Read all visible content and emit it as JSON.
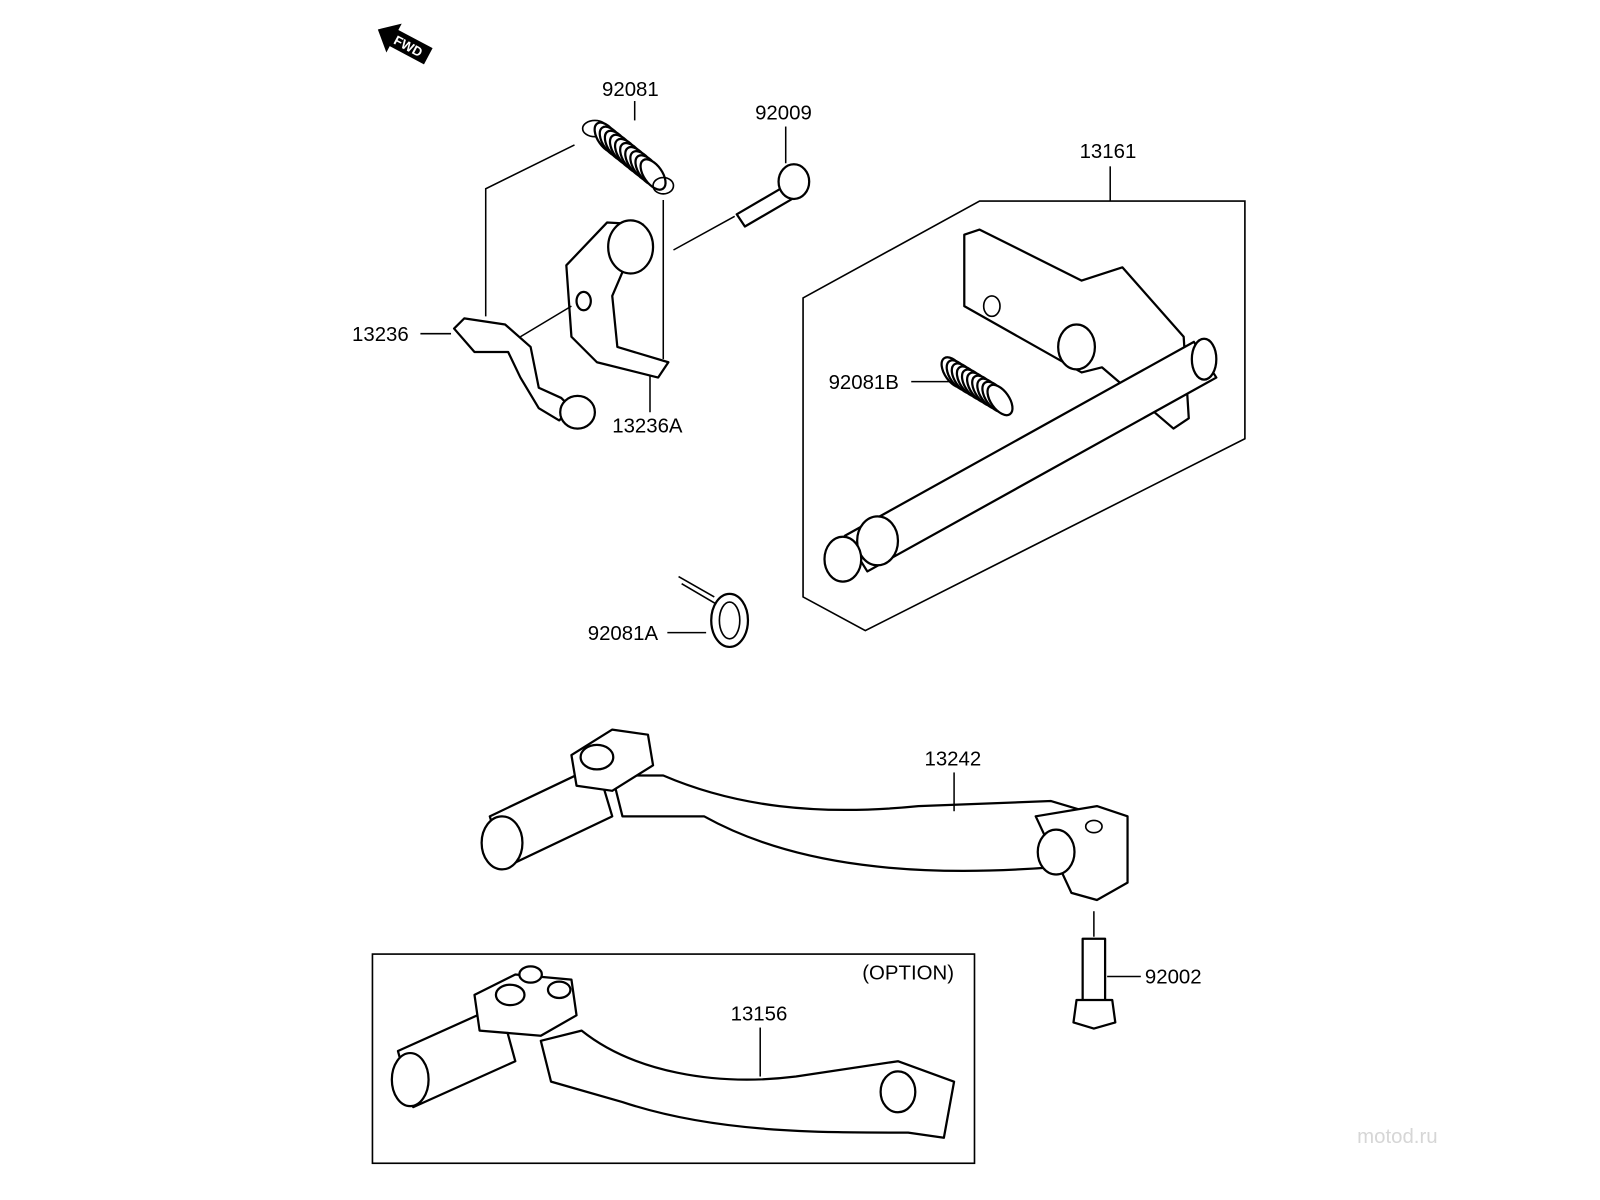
{
  "watermark": "motod.ru",
  "fwd_label": "FWD",
  "labels": {
    "p92081": "92081",
    "p92009": "92009",
    "p13161": "13161",
    "p13236": "13236",
    "p92081B": "92081B",
    "p13236A": "13236A",
    "p92081A": "92081A",
    "p13242": "13242",
    "p92002": "92002",
    "option": "(OPTION)",
    "p13156": "13156"
  }
}
